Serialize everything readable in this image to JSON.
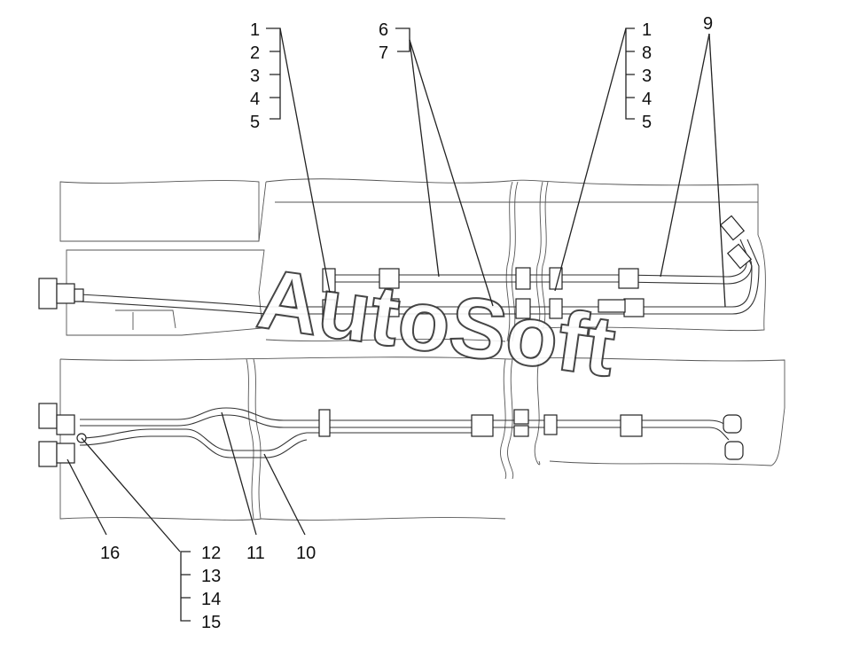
{
  "watermark": "AutoSoft",
  "callouts": {
    "group_a": [
      "1",
      "2",
      "3",
      "4",
      "5"
    ],
    "group_b": [
      "6",
      "7"
    ],
    "group_c": [
      "1",
      "8",
      "3",
      "4",
      "5"
    ],
    "single_9": "9",
    "group_d": [
      "12",
      "13",
      "14",
      "15"
    ],
    "single_16": "16",
    "single_11": "11",
    "single_10": "10"
  }
}
